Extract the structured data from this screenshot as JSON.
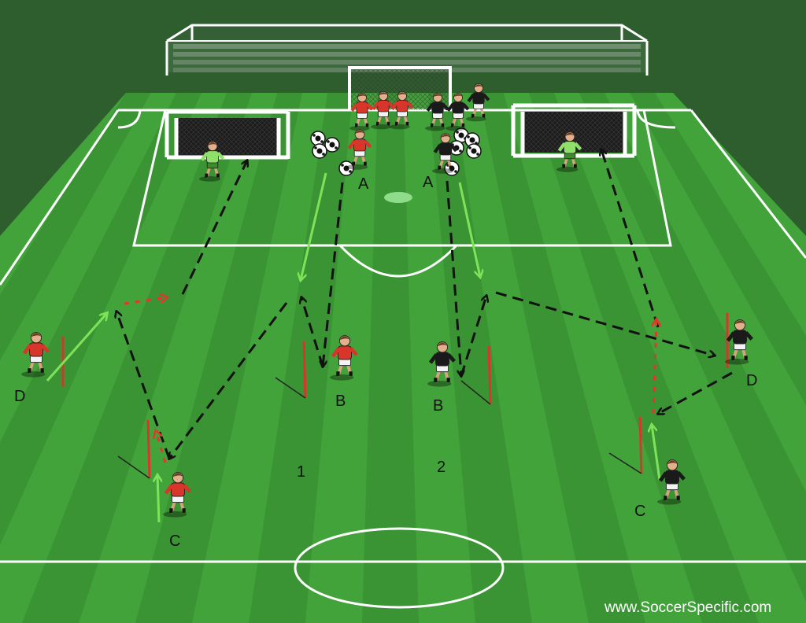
{
  "watermark": "www.SoccerSpecific.com",
  "labels": {
    "a_left": "A",
    "a_right": "A",
    "b_left": "B",
    "b_right": "B",
    "c_left": "C",
    "c_right": "C",
    "d_left": "D",
    "d_right": "D",
    "zone_1": "1",
    "zone_2": "2"
  },
  "colors": {
    "team_red": "#d9362b",
    "team_black": "#1a1a1a",
    "goalkeeper": "#8fe06a",
    "pass_arrow": "#111111",
    "run_arrow": "#7fe35a",
    "dribble_arrow": "#e0392b",
    "pole": "#d9362b",
    "pitch_light": "#47a93e",
    "pitch_dark": "#3a9433"
  }
}
